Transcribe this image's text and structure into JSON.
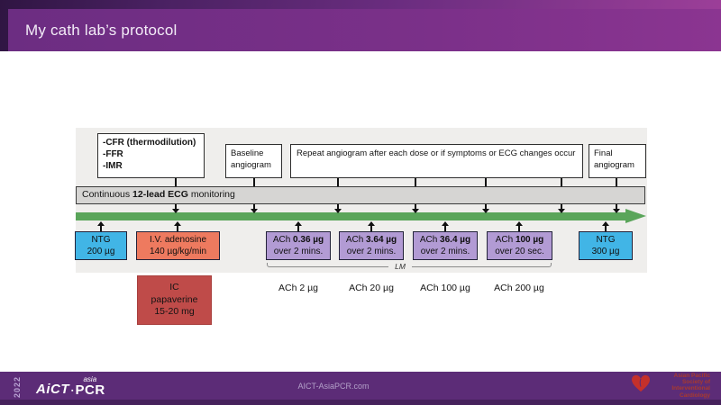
{
  "colors": {
    "header_purple": "#7b3089",
    "header_dark": "#2f1542",
    "header_magenta": "#9d3f99",
    "footer_purple": "#5c2c77",
    "footer_dark_strip": "#46215c",
    "panel_gray": "#efeeec",
    "ecg_bar_gray": "#d6d5d3",
    "timeline_green": "#5aa55a",
    "ntg_blue": "#41b5e6",
    "adenosine_salmon": "#ee7a5f",
    "ach_purple": "#b29bd4",
    "papaverine_red": "#bf4b49",
    "society_red": "#a93a2e"
  },
  "header": {
    "title": "My cath lab’s protocol"
  },
  "diagram": {
    "measurements": {
      "lines": [
        "-CFR (thermodilution)",
        "-FFR",
        "-IMR"
      ]
    },
    "baseline_box": "Baseline angiogram",
    "repeat_box": "Repeat angiogram after each dose or if symptoms or ECG changes occur",
    "final_box": "Final angiogram",
    "ecg_bar": {
      "pre": "Continuous ",
      "bold": "12-lead ECG",
      "post": " monitoring"
    },
    "bottom_boxes": [
      {
        "line1": "NTG",
        "line1_bold": "",
        "line2": "200 µg"
      },
      {
        "line1": "I.V. adenosine",
        "line1_bold": "",
        "line2": "140 µg/kg/min"
      },
      {
        "line1": "ACh ",
        "line1_bold": "0.36 µg",
        "line2": "over 2 mins."
      },
      {
        "line1": "ACh ",
        "line1_bold": "3.64 µg",
        "line2": "over 2 mins."
      },
      {
        "line1": "ACh ",
        "line1_bold": "36.4 µg",
        "line2": "over 2 mins."
      },
      {
        "line1": "ACh ",
        "line1_bold": "100 µg",
        "line2": "over 20 sec."
      },
      {
        "line1": "NTG",
        "line1_bold": "",
        "line2": "300 µg"
      }
    ],
    "lm_label": "LM",
    "papaverine": {
      "lines": [
        "IC",
        "papaverine",
        "15-20 mg"
      ]
    },
    "cumulative_dose_labels": [
      "ACh 2 µg",
      "ACh 20 µg",
      "ACh 100 µg",
      "ACh 200 µg"
    ]
  },
  "footer": {
    "year": "2022",
    "logo": {
      "aict": "AiCT",
      "separator": "▪",
      "asia": "asia",
      "pcr": "PCR"
    },
    "website": "AICT-AsiaPCR.com",
    "society_lines": [
      "Asian Pacific",
      "Society of",
      "Interventional",
      "Cardiology"
    ]
  }
}
